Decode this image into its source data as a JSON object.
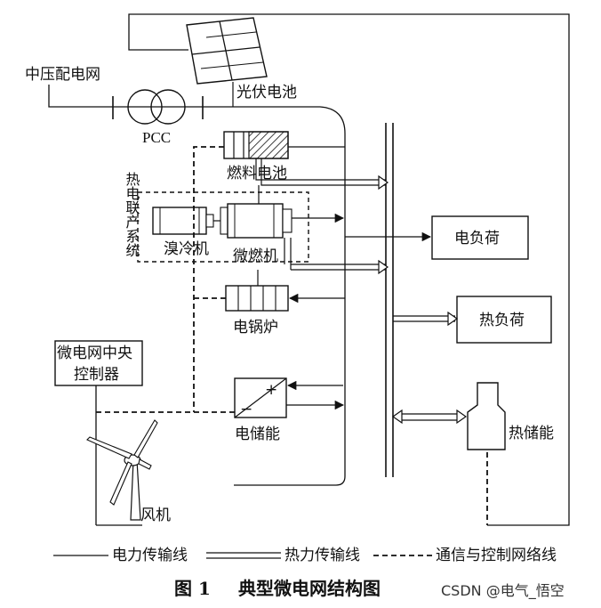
{
  "labels": {
    "grid": "中压配电网",
    "pcc": "PCC",
    "pv": "光伏电池",
    "fuel_cell": "燃料电池",
    "chp": "热电联产系统",
    "absorption_chiller": "溴冷机",
    "microturbine": "微燃机",
    "electric_boiler": "电锅炉",
    "controller_line1": "微电网中央",
    "controller_line2": "控制器",
    "battery_storage": "电储能",
    "wind": "风机",
    "electric_load": "电负荷",
    "heat_load": "热负荷",
    "thermal_storage": "热储能",
    "battery_plus": "+",
    "battery_minus": "−"
  },
  "legend": {
    "power_line": "电力传输线",
    "heat_line": "热力传输线",
    "comm_line": "通信与控制网络线"
  },
  "caption": {
    "number": "图 1",
    "title": "典型微电网结构图"
  },
  "watermark": "CSDN @电气_悟空"
}
